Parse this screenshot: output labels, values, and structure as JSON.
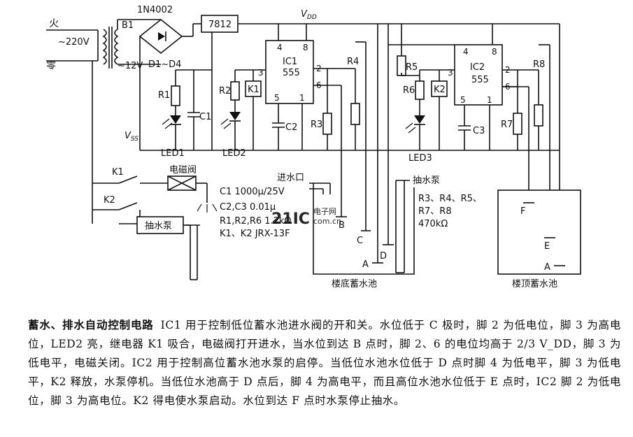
{
  "labels": {
    "live": "火",
    "ac": "~220V",
    "neutral": "零",
    "transformer": "B1",
    "diode_part": "1N4002",
    "diodes": "D1~D4",
    "sec_v": "~12V",
    "reg": "7812",
    "vdd": "V",
    "vdd_sub": "DD",
    "vss": "V",
    "vss_sub": "SS",
    "ic1": "IC1",
    "ic1_type": "555",
    "ic2": "IC2",
    "ic2_type": "555",
    "pin4": "4",
    "pin8": "8",
    "pin2": "2",
    "pin6": "6",
    "pin3": "3",
    "pin5": "5",
    "pin1": "1",
    "r1": "R1",
    "r2": "R2",
    "r3": "R3",
    "r4": "R4",
    "r5": "R5",
    "r6": "R6",
    "r7": "R7",
    "r8": "R8",
    "c1": "C1",
    "c2": "C2",
    "c3": "C3",
    "k1": "K1",
    "k2": "K2",
    "led1": "LED1",
    "led2": "LED2",
    "led3": "LED3",
    "k1_switch": "K1",
    "k2_switch": "K2",
    "valve": "电磁阀",
    "pump_box": "抽水泵",
    "inlet": "进水口",
    "pump_label": "抽水泵",
    "lower_tank": "楼底蓄水池",
    "upper_tank": "楼顶蓄水池",
    "el_a_low": "A",
    "el_b": "B",
    "el_c": "C",
    "el_d": "D",
    "el_a_high": "A",
    "el_e": "E",
    "el_f": "F"
  },
  "parts_list": [
    "C1  1000μ/25V",
    "C2,C3  0.01μ",
    "R1,R2,R6  1.2kΩ",
    "K1、K2  JRX-13F"
  ],
  "resistor_note": [
    "R3、R4、R5、",
    "R7、R8",
    "470kΩ"
  ],
  "watermark": {
    "main": "21IC",
    "sub1": "电子网",
    "sub2": "com.cn",
    "color": "#f4c9a8"
  },
  "caption": {
    "title": "蓄水、排水自动控制电路",
    "body": "IC1 用于控制低位蓄水池进水阀的开和关。水位低于 C 极时，脚 2 为低电位，脚 3 为高电位，LED2 亮，继电器 K1 吸合，电磁阀打开进水，当水位到达 B 点时，脚 2、6 的电位均高于 2/3 V_DD，脚 3 为低电平，电磁关闭。IC2 用于控制高位蓄水池水泵的启停。当低位水池水位低于 D 点时脚 4 为低电平，脚 3 为低电平，K2 释放，水泵停机。当低位水池高于 D 点后，脚 4 为高电平，而且高位水池水位低于 E 点时，IC2 脚 2 为低电位，脚 3 为高电位。K2 得电使水泵启动。水位到达 F 点时水泵停止抽水。"
  }
}
